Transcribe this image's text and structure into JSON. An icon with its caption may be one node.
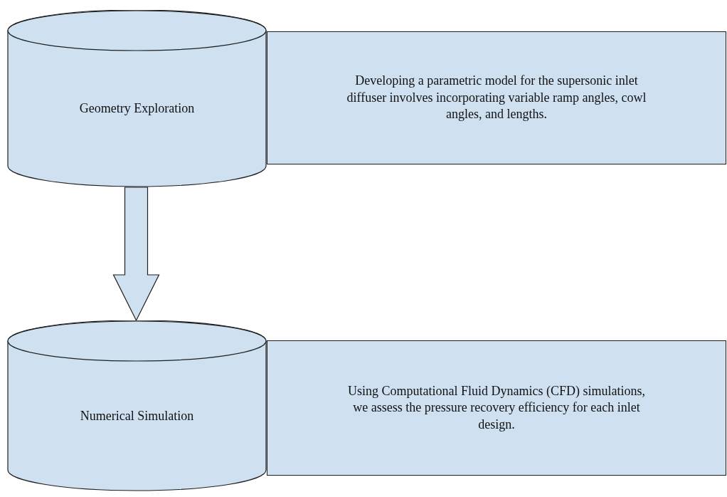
{
  "diagram": {
    "nodes": [
      {
        "text": [
          "Geometry Exploration"
        ]
      },
      {
        "text": [
          "Developing a parametric model for the supersonic inlet diffuser involves incorporating variable ramp angles, cowl angles, and lengths."
        ]
      },
      {
        "text": [
          "Numerical Simulation"
        ]
      },
      {
        "text": [
          "Using Computational Fluid Dynamics (CFD) simulations, we assess the pressure recovery efficiency for each inlet design."
        ]
      }
    ],
    "edges": [
      {
        "from": 0,
        "to": 2,
        "arrow": "to",
        "style": "thick"
      }
    ]
  }
}
